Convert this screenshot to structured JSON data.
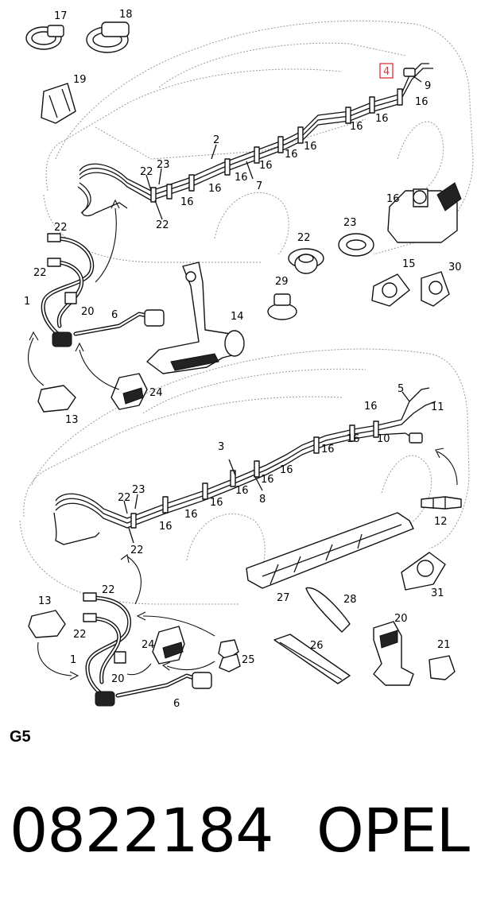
{
  "section_code": "G5",
  "part_number": "0822184",
  "brand": "OPEL",
  "highlight_color": "#e0303a",
  "highlighted_callout": "4",
  "upper_labels": [
    "17",
    "18",
    "19",
    "4",
    "9",
    "16",
    "16",
    "16",
    "2",
    "16",
    "16",
    "16",
    "16",
    "7",
    "23",
    "22",
    "16",
    "16",
    "22",
    "16",
    "23",
    "22",
    "22",
    "1",
    "20",
    "6",
    "14",
    "22",
    "29",
    "15",
    "30",
    "13",
    "24"
  ],
  "lower_labels": [
    "5",
    "11",
    "16",
    "16",
    "10",
    "16",
    "3",
    "16",
    "16",
    "16",
    "8",
    "16",
    "23",
    "22",
    "16",
    "16",
    "22",
    "12",
    "27",
    "28",
    "31",
    "22",
    "13",
    "22",
    "24",
    "1",
    "20",
    "25",
    "6",
    "26",
    "20",
    "21"
  ]
}
